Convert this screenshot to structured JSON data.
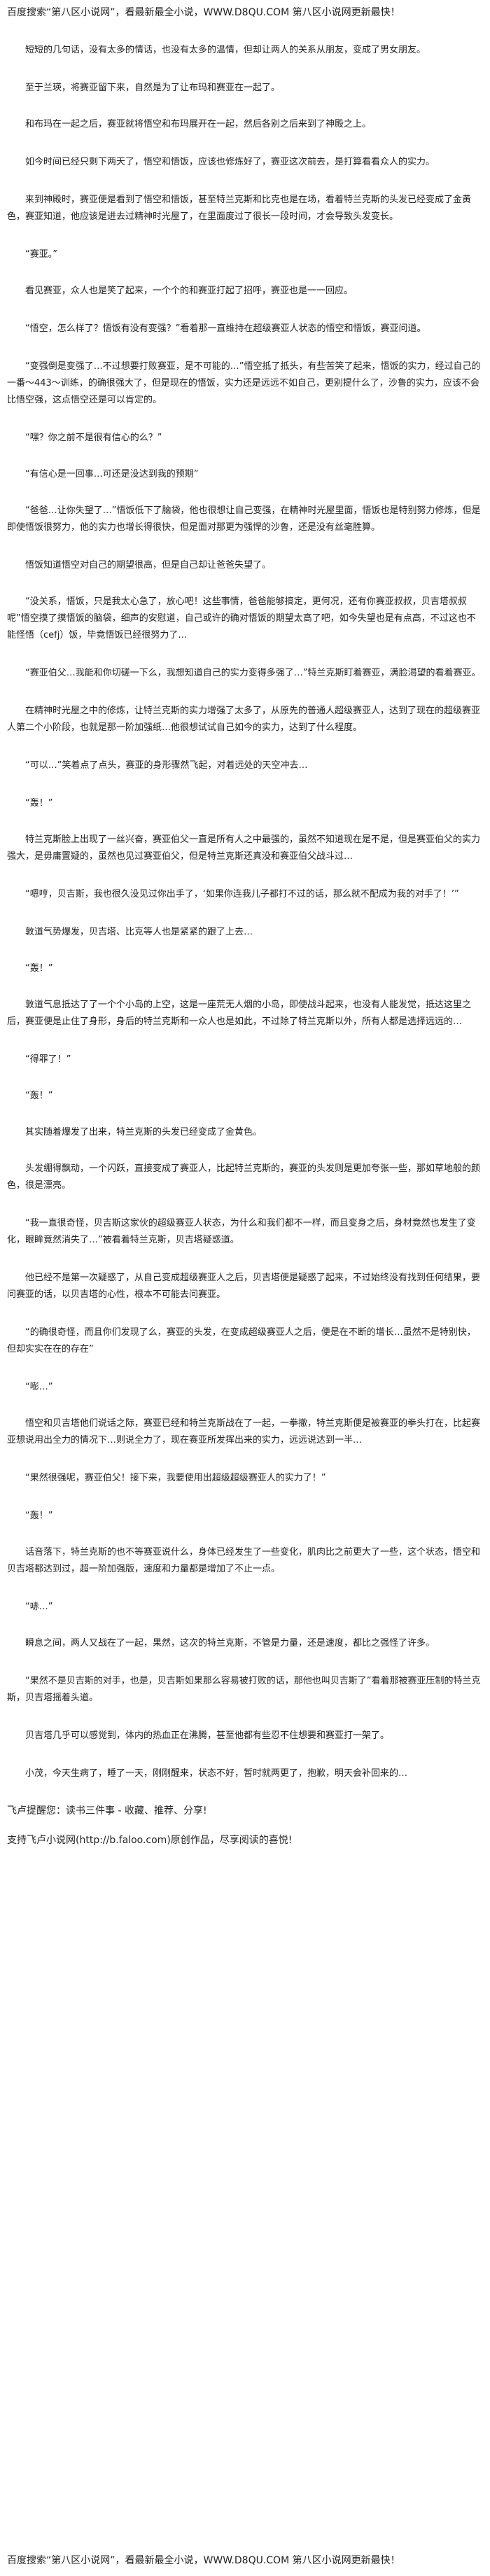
{
  "top_banner": "百度搜索“第八区小说网”，看最新最全小说，WWW.D8QU.COM 第八区小说网更新最快！",
  "paragraphs": [
    "短短的几句话，没有太多的情话，也没有太多的温情，但却让两人的关系从朋友，变成了男女朋友。",
    "至于兰瑛，将赛亚留下来，自然是为了让布玛和赛亚在一起了。",
    "和布玛在一起之后，赛亚就将悟空和布玛展开在一起，然后各别之后来到了神殿之上。",
    "如今时间已经只剩下两天了，悟空和悟饭，应该也修炼好了，赛亚这次前去，是打算看看众人的实力。",
    "来到神殿时，赛亚便是看到了悟空和悟饭，甚至特兰克斯和比克也是在场，看着特兰克斯的头发已经变成了金黄色，赛亚知道，他应该是进去过精神时光屋了，在里面度过了很长一段时间，才会导致头发变长。",
    "“赛亚。”",
    "看见赛亚，众人也是笑了起来，一个个的和赛亚打起了招呼，赛亚也是一一回应。",
    "“悟空，怎么样了？悟饭有没有变强？”看着那一直维持在超级赛亚人状态的悟空和悟饭，赛亚问道。",
    "“变强倒是变强了…不过想要打败赛亚，是不可能的…”悟空抵了抵头，有些苦笑了起来，悟饭的实力，经过自己的一番～443～训练，的确很强大了，但是现在的悟饭，实力还是远远不如自己，更别提什么了，沙鲁的实力，应该不会比悟空强，这点悟空还是可以肯定的。",
    "“嘿？你之前不是很有信心的么？”",
    "“有信心是一回事…可还是没达到我的预期”",
    "“爸爸…让你失望了…”悟饭低下了脑袋，他也很想让自己变强，在精神时光屋里面，悟饭也是特别努力修炼，但是即使悟饭很努力，他的实力也增长得很快，但是面对那更为强悍的沙鲁，还是没有丝毫胜算。",
    "悟饭知道悟空对自己的期望很高，但是自己却让爸爸失望了。",
    "“没关系，悟饭，只是我太心急了，放心吧！这些事情，爸爸能够搞定，更何况，还有你赛亚叔叔，贝吉塔叔叔呢”悟空摸了摸悟饭的脑袋，细声的安慰道，自己或许的确对悟饭的期望太高了吧，如今失望也是有点高，不过这也不能怪悟（cefj）饭，毕竟悟饭已经很努力了…",
    "“赛亚伯父…我能和你切磋一下么，我想知道自己的实力变得多强了…”特兰克斯盯着赛亚，满脸渴望的看着赛亚。",
    "在精神时光屋之中的修炼，让特兰克斯的实力增强了太多了，从原先的普通人超级赛亚人，达到了现在的超级赛亚人第二个小阶段，也就是那一阶加强纸…他很想试试自己如今的实力，达到了什么程度。",
    "“可以…”笑着点了点头，赛亚的身形骤然飞起，对着远处的天空冲去…",
    "“轰！”",
    "特兰克斯脸上出现了一丝兴奋，赛亚伯父一直是所有人之中最强的，虽然不知道现在是不是，但是赛亚伯父的实力强大，是毋庸置疑的，虽然也见过赛亚伯父，但是特兰克斯还真没和赛亚伯父战斗过…",
    "“嗯哼，贝吉斯，我也很久没见过你出手了，‘如果你连我儿子都打不过的话，那么就不配成为我的对手了！’”",
    "敦道气势爆发，贝吉塔、比克等人也是紧紧的跟了上去…",
    "“轰！”",
    "敦道气息抵达了了一个个小岛的上空，这是一座荒无人烟的小岛，即使战斗起来，也没有人能发觉，抵达这里之后，赛亚便是止住了身形，身后的特兰克斯和一众人也是如此，不过除了特兰克斯以外，所有人都是选择远远的…",
    "“得罪了！”",
    "“轰！”",
    "其实随着爆发了出来，特兰克斯的头发已经变成了金黄色。",
    "头发绷得飘动，一个闪跃，直接变成了赛亚人，比起特兰克斯的，赛亚的头发则是更加夸张一些，那如草地般的颜色，很是漂亮。",
    "“我一直很奇怪，贝吉斯这家伙的超级赛亚人状态，为什么和我们都不一样，而且变身之后，身材竟然也发生了变化，眼眸竟然消失了…”被看着特兰克斯，贝吉塔疑惑道。",
    "他已经不是第一次疑惑了，从自己变成超级赛亚人之后，贝吉塔便是疑惑了起来，不过始终没有找到任何结果，要问赛亚的话，以贝吉塔的心性，根本不可能去问赛亚。",
    "“的确很奇怪，而且你们发现了么，赛亚的头发，在变成超级赛亚人之后，便是在不断的增长…虽然不是特别快，但却实实在在的存在”",
    "“嘭…”",
    "悟空和贝吉塔他们说话之际，赛亚已经和特兰克斯战在了一起，一拳撤，特兰克斯便是被赛亚的拳头打在，比起赛亚想说用出全力的情况下…则说全力了，现在赛亚所发挥出来的实力，远远说达到一半…",
    "“果然很强呢，赛亚伯父！接下来，我要使用出超级超级赛亚人的实力了！”",
    "“轰！”",
    "话音落下，特兰克斯的也不等赛亚说什么，身体已经发生了一些变化，肌肉比之前更大了一些，这个状态，悟空和贝吉塔都达到过，超一阶加强版，速度和力量都是增加了不止一点。",
    "“哧…”",
    "瞬息之间，两人又战在了一起，果然，这次的特兰克斯，不管是力量，还是速度，都比之强怪了许多。",
    "“果然不是贝吉斯的对手，也是，贝吉斯如果那么容易被打败的话，那他也叫贝吉斯了”看着那被赛亚压制的特兰克斯，贝吉塔摇着头道。",
    "贝吉塔几乎可以感觉到，体内的热血正在沸腾，甚至他都有些忍不住想要和赛亚打一架了。",
    "小茂，今天生病了，睡了一天，刚刚醒来，状态不好，暂时就两更了，抱歉，明天会补回来的…"
  ],
  "footer_note": "飞卢提醒您：读书三件事 - 收藏、推荐、分享!",
  "footer_link": "支持飞卢小说网(http://b.faloo.com)原创作品，尽享阅读的喜悦!",
  "bottom_banner": "百度搜索“第八区小说网”，看最新最全小说，WWW.D8QU.COM 第八区小说网更新最快！"
}
